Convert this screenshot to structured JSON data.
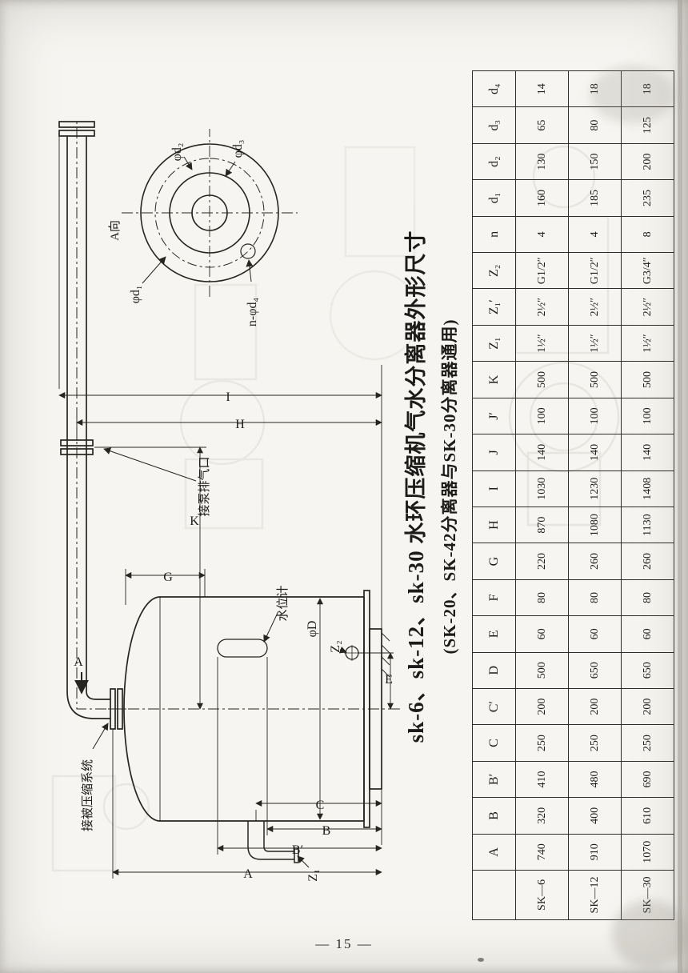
{
  "page": {
    "number_label": "— 15 —"
  },
  "title": {
    "line1": "sk-6、sk-12、sk-30 水环压缩机气水分离器外形尺寸",
    "line2": "(SK-20、SK-42分离器与SK-30分离器通用)"
  },
  "drawing": {
    "labels": {
      "view_a": "A向",
      "section_arrow": "A",
      "pump_exhaust": "接泵排气口",
      "compressed_system": "接被压缩系统",
      "water_gauge": "水位计",
      "dia_d": "φD",
      "z1": "Z₁",
      "z2": "Z₂",
      "dim_a": "A",
      "dim_b": "B",
      "dim_b2": "B′",
      "dim_c": "C",
      "dim_e": "E",
      "dim_g": "G",
      "dim_h": "H",
      "dim_i": "I",
      "dim_k": "K",
      "phi_d1": "φd₁",
      "phi_d2": "φd₂",
      "phi_d3": "φd₃",
      "n_phi_d4": "n-φd₄"
    }
  },
  "table": {
    "col_headers": [
      "A",
      "B",
      "B′",
      "C",
      "C′",
      "D",
      "E",
      "F",
      "G",
      "H",
      "I",
      "J",
      "J′",
      "K",
      "Z₁",
      "Z₁′",
      "Z₂",
      "n",
      "d₁",
      "d₂",
      "d₃",
      "d₄"
    ],
    "rows": [
      {
        "model": "SK—6",
        "values": [
          "740",
          "320",
          "410",
          "250",
          "200",
          "500",
          "60",
          "80",
          "220",
          "870",
          "1030",
          "140",
          "100",
          "500",
          "1½″",
          "2½″",
          "G1/2″",
          "4",
          "160",
          "130",
          "65",
          "14"
        ]
      },
      {
        "model": "SK—12",
        "values": [
          "910",
          "400",
          "480",
          "250",
          "200",
          "650",
          "60",
          "80",
          "260",
          "1080",
          "1230",
          "140",
          "100",
          "500",
          "1½″",
          "2½″",
          "G1/2″",
          "4",
          "185",
          "150",
          "80",
          "18"
        ]
      },
      {
        "model": "SK—30",
        "values": [
          "1070",
          "610",
          "690",
          "250",
          "200",
          "650",
          "60",
          "80",
          "260",
          "1130",
          "1408",
          "140",
          "100",
          "500",
          "1½″",
          "2½″",
          "G3/4″",
          "8",
          "235",
          "200",
          "125",
          "18"
        ]
      }
    ]
  }
}
